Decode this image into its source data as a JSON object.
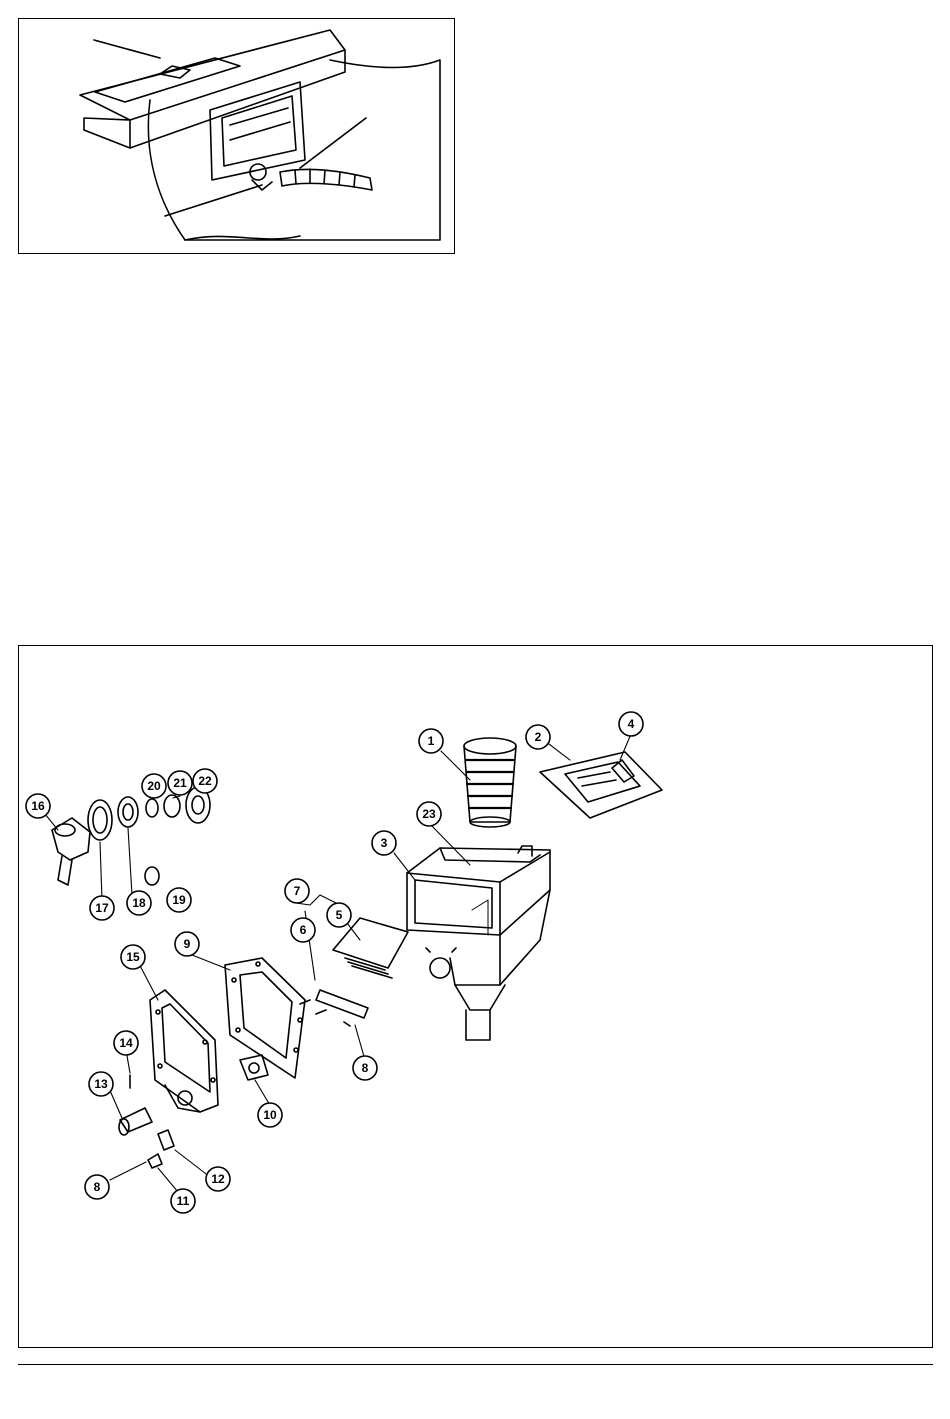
{
  "diagram": {
    "callouts": [
      {
        "label": "1"
      },
      {
        "label": "2"
      },
      {
        "label": "3"
      },
      {
        "label": "4"
      },
      {
        "label": "5"
      },
      {
        "label": "6"
      },
      {
        "label": "7"
      },
      {
        "label": "8"
      },
      {
        "label": "8"
      },
      {
        "label": "9"
      },
      {
        "label": "10"
      },
      {
        "label": "11"
      },
      {
        "label": "12"
      },
      {
        "label": "13"
      },
      {
        "label": "14"
      },
      {
        "label": "15"
      },
      {
        "label": "16"
      },
      {
        "label": "17"
      },
      {
        "label": "18"
      },
      {
        "label": "19"
      },
      {
        "label": "20"
      },
      {
        "label": "21"
      },
      {
        "label": "22"
      },
      {
        "label": "23"
      }
    ]
  }
}
